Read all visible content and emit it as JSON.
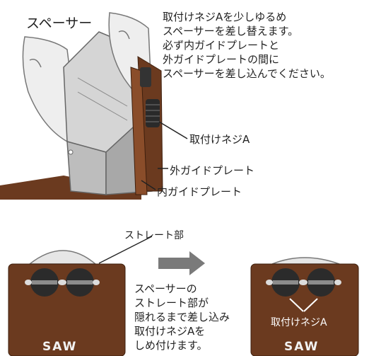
{
  "top": {
    "spacer_label": "スペーサー",
    "instructions": [
      "取付けネジAを少しゆるめ",
      "スペーサーを差し替えます。",
      "必ず内ガイドプレートと",
      "外ガイドプレートの間に",
      "スペーサーを差し込んでください。"
    ],
    "screw_label": "取付けネジA",
    "outer_plate_label": "外ガイドプレート",
    "inner_plate_label": "内ガイドプレート"
  },
  "bottom": {
    "straight_label": "ストレート部",
    "steps": [
      "スペーサーの",
      "ストレート部が",
      "隠れるまで差し込み",
      "取付けネジAを",
      "しめ付けます。"
    ],
    "screw_label": "取付けネジA",
    "brand_left": "SAW",
    "brand_right": "SAW"
  },
  "colors": {
    "wood": "#6b3a1f",
    "metal": "#c9c9c9",
    "spacer": "#e8e8e8",
    "arrow": "#7a7a7a"
  }
}
